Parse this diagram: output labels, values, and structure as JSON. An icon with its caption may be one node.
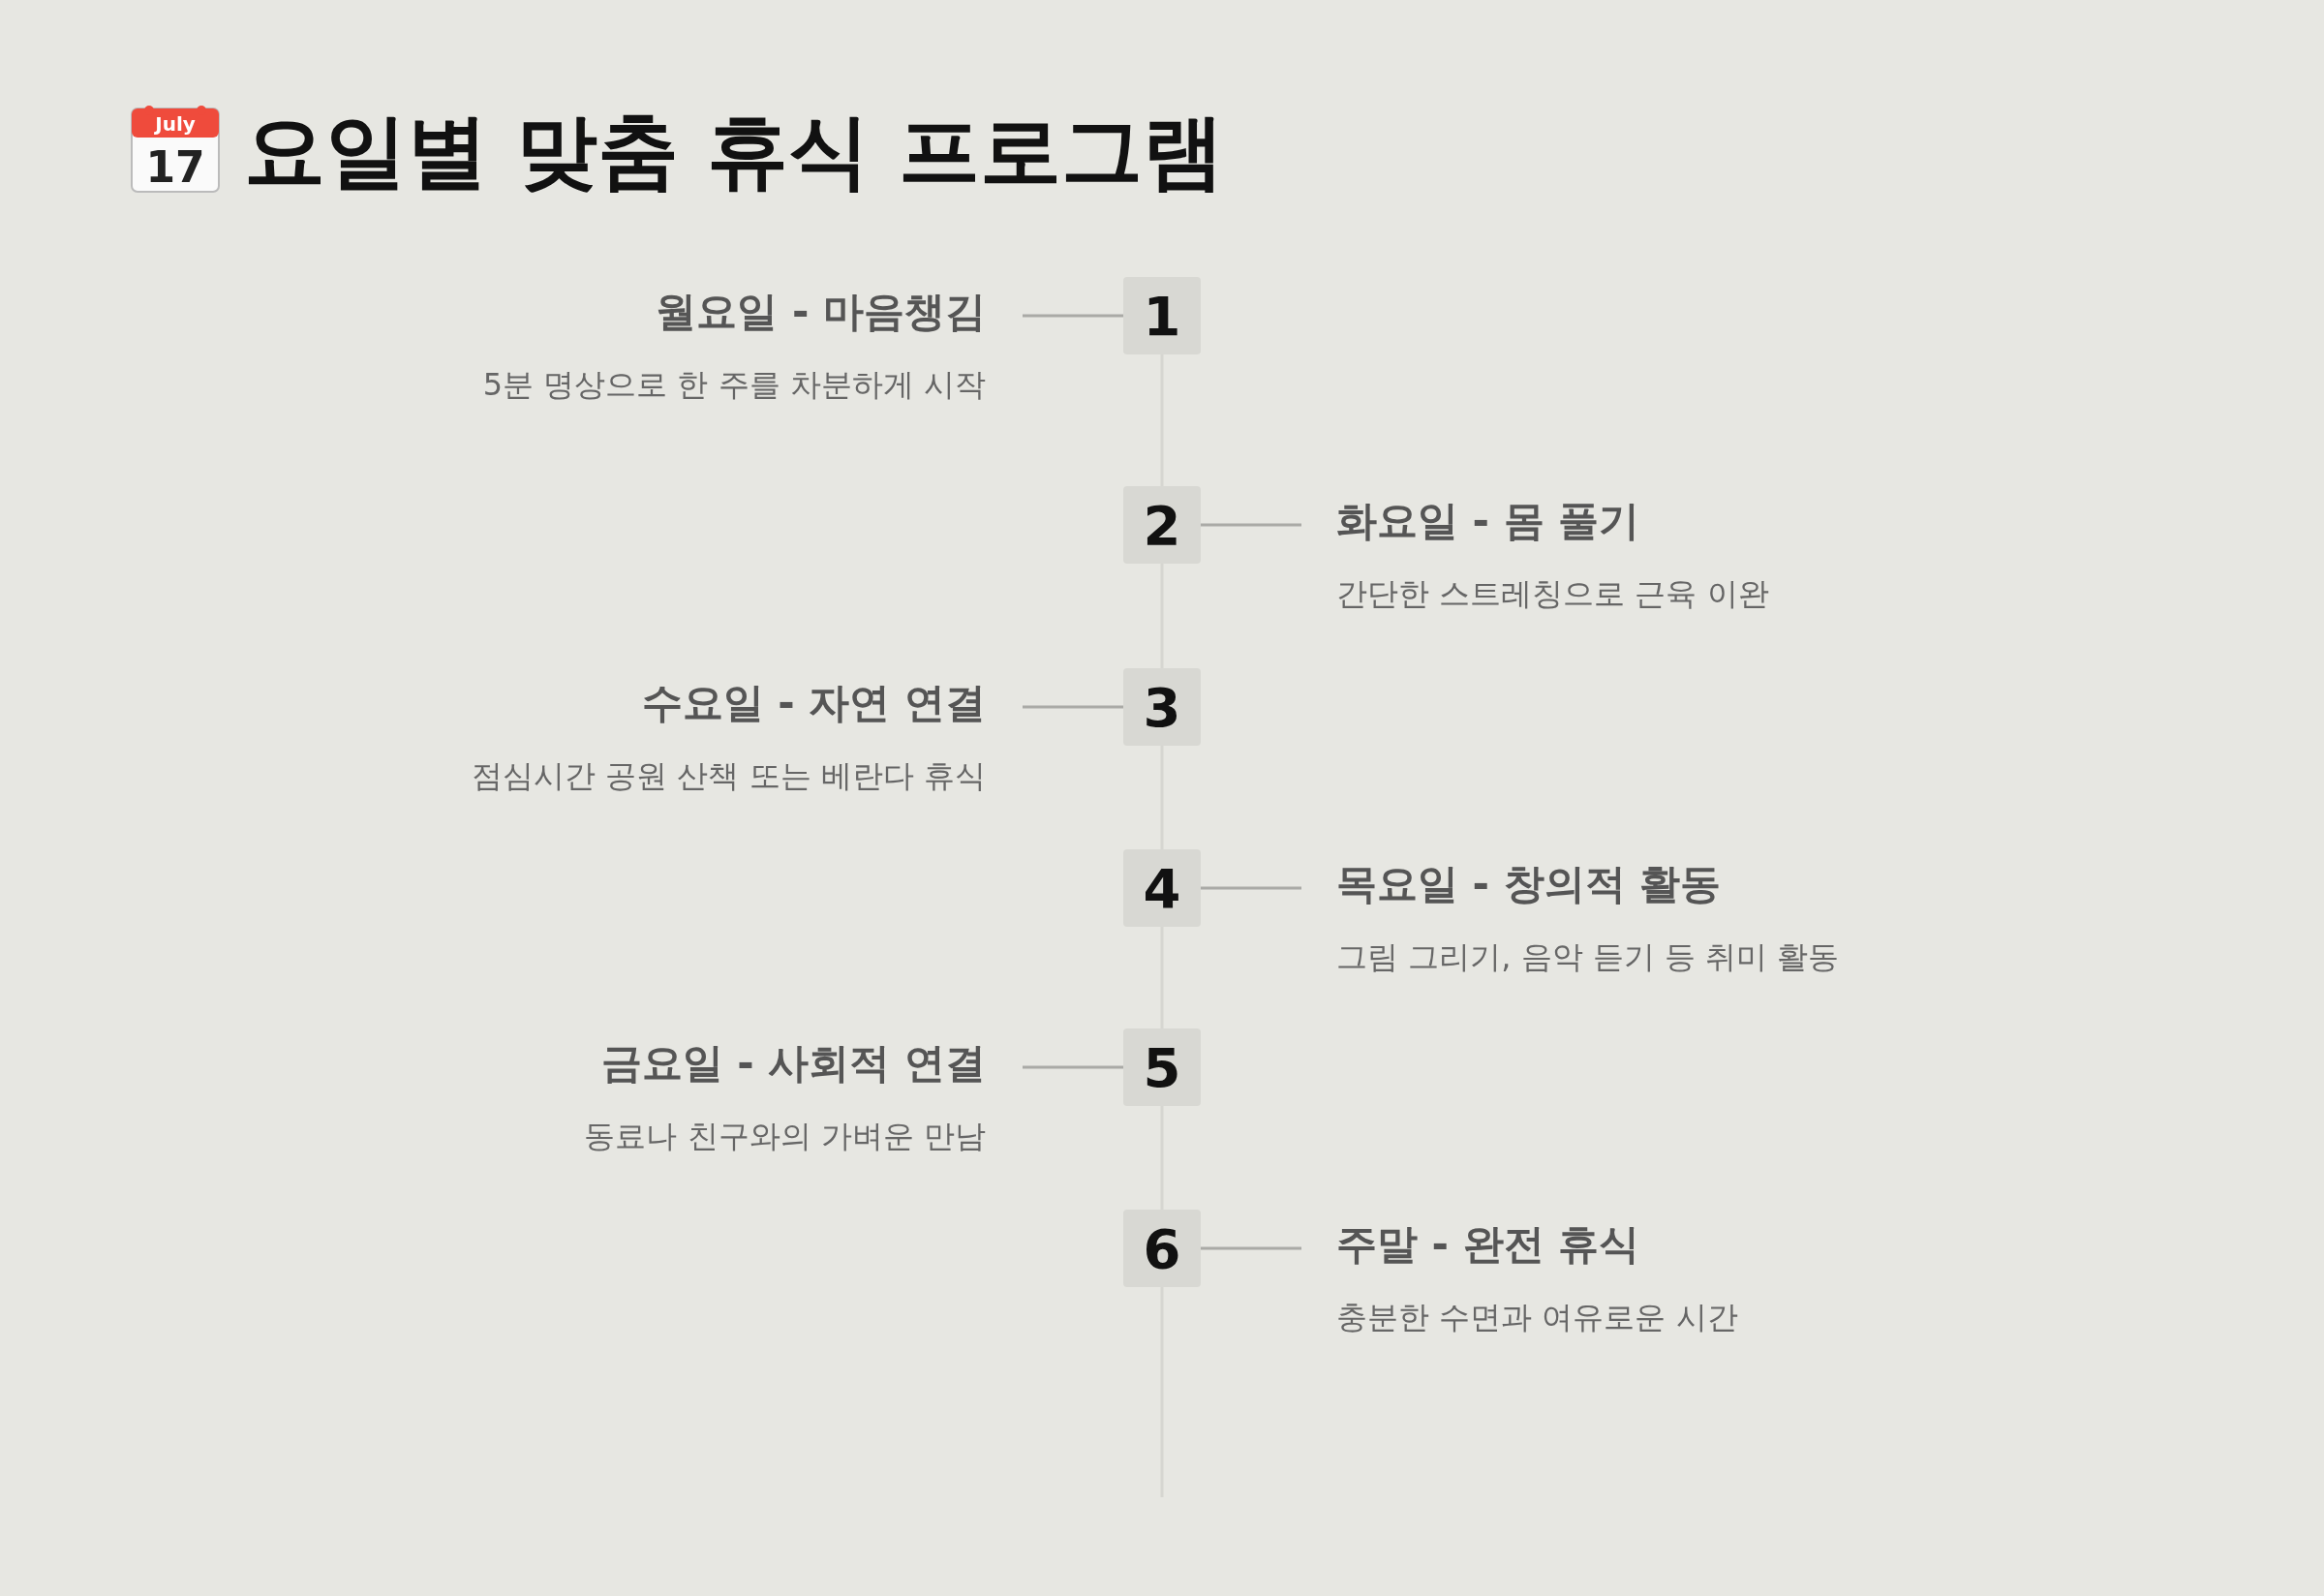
{
  "diagram": {
    "title": "요일별 맞춤 휴식 프로그램",
    "nodes": [
      {
        "text": [
          "월요일 - 마음챙김",
          "5분 명상으로 한 주를 차분하게 시작"
        ]
      },
      {
        "text": [
          "1"
        ]
      },
      {
        "text": [
          "2"
        ]
      },
      {
        "text": [
          "화요일 - 몸 풀기",
          "간단한 스트레칭으로 근육 이완"
        ]
      },
      {
        "text": [
          "수요일 - 자연 연결",
          "점심시간 공원 산책 또는 베란다 휴식"
        ]
      },
      {
        "text": [
          "3"
        ]
      },
      {
        "text": [
          "4"
        ]
      },
      {
        "text": [
          "목요일 - 창의적 활동",
          "그림 그리기, 음악 듣기 등 취미 활동"
        ]
      },
      {
        "text": [
          "금요일 - 사회적 연결",
          "동료나 친구와의 가벼운 만남"
        ]
      },
      {
        "text": [
          "5"
        ]
      },
      {
        "text": [
          "6"
        ]
      },
      {
        "text": [
          "주말 - 완전 휴식",
          "충분한 수면과 여유로운 시간"
        ]
      }
    ],
    "edges": [
      {
        "from": 1,
        "to": 0,
        "arrow": "none"
      },
      {
        "from": 1,
        "to": 2,
        "arrow": "none",
        "color": "#d6d6d1"
      },
      {
        "from": 2,
        "to": 3,
        "arrow": "none"
      },
      {
        "from": 2,
        "to": 5,
        "arrow": "none",
        "color": "#d6d6d1"
      },
      {
        "from": 5,
        "to": 4,
        "arrow": "none"
      },
      {
        "from": 5,
        "to": 6,
        "arrow": "none",
        "color": "#d6d6d1"
      },
      {
        "from": 6,
        "to": 7,
        "arrow": "none"
      },
      {
        "from": 6,
        "to": 9,
        "arrow": "none",
        "color": "#d6d6d1"
      },
      {
        "from": 9,
        "to": 8,
        "arrow": "none"
      },
      {
        "from": 9,
        "to": 10,
        "arrow": "none",
        "color": "#d6d6d1"
      },
      {
        "from": 10,
        "to": 11,
        "arrow": "none"
      },
      {
        "from": 10,
        "to": null,
        "arrow": "none",
        "color": "#d6d6d1"
      }
    ],
    "labels": [
      "July",
      "17"
    ]
  }
}
